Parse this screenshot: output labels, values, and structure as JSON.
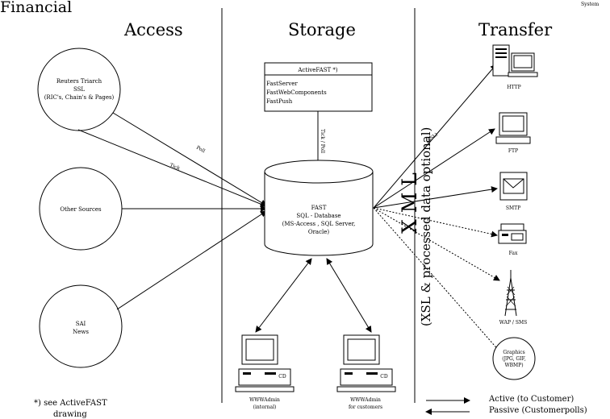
{
  "header": {
    "title": "Financial",
    "corner": "System"
  },
  "columns": {
    "access": "Access",
    "storage": "Storage",
    "transfer": "Transfer"
  },
  "sources": {
    "reuters": {
      "line1": "Reuters Triarch",
      "line2": "SSL",
      "line3": "(RIC's, Chain's & Pages)"
    },
    "other": {
      "line1": "Other Sources"
    },
    "sai": {
      "line1": "SAI",
      "line2": "News"
    }
  },
  "activefast": {
    "title": "ActiveFAST *)",
    "items": [
      "FastServer",
      "FastWebComponents",
      "FastPush"
    ]
  },
  "database": {
    "line1": "FAST",
    "line2": "SQL - Database",
    "line3": "(MS-Access , SQL Server,",
    "line4": "Oracle)"
  },
  "connector_labels": {
    "poll": "Poll",
    "tick": "Tick",
    "tickpoll": "Tick / Poll",
    "ssl": "(SSL)"
  },
  "vertical_text": {
    "xml": "X M L",
    "xsl": "(XSL & processed data optional)"
  },
  "targets": {
    "http": "HTTP",
    "ftp": "FTP",
    "smtp": "SMTP",
    "fax": "Fax",
    "wap": "WAP / SMS",
    "graphics1": "Graphics",
    "graphics2": "(JPG, GIF,",
    "graphics3": "WBMP)"
  },
  "admins": {
    "internal1": "WWWAdmin",
    "internal2": "(internal)",
    "customers1": "WWWAdmin",
    "customers2": "for customers",
    "cd_label": "CD"
  },
  "footnote": {
    "line1": "*) see ActiveFAST",
    "line2": "drawing"
  },
  "legend": {
    "active": "Active (to Customer)",
    "passive": "Passive (Customerpolls)"
  }
}
